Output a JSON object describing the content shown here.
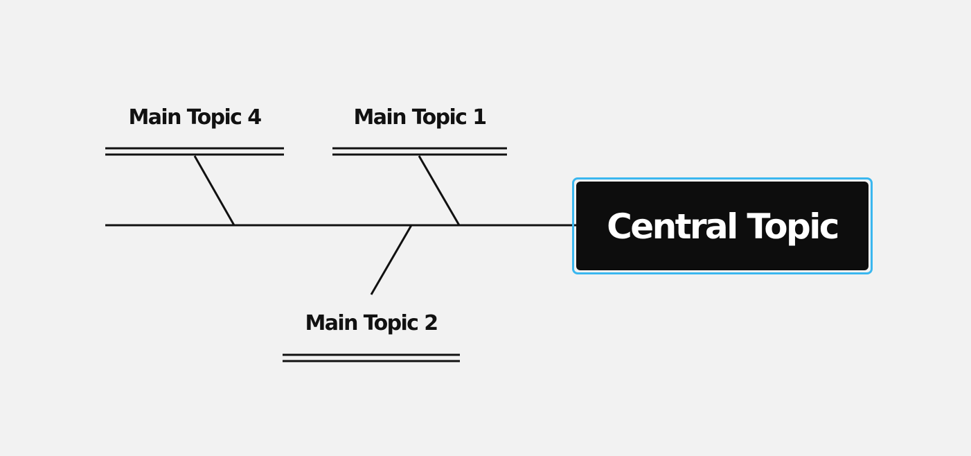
{
  "diagram": {
    "type": "fishbone",
    "central_topic": "Central Topic",
    "main_topics": [
      {
        "id": "topic-4",
        "label": "Main Topic 4",
        "side": "top"
      },
      {
        "id": "topic-1",
        "label": "Main Topic 1",
        "side": "top"
      },
      {
        "id": "topic-2",
        "label": "Main Topic 2",
        "side": "bottom"
      }
    ],
    "colors": {
      "background": "#f2f2f2",
      "line": "#111111",
      "central_fill": "#0d0d0d",
      "central_text": "#ffffff",
      "selection": "#3ab7ef"
    }
  }
}
